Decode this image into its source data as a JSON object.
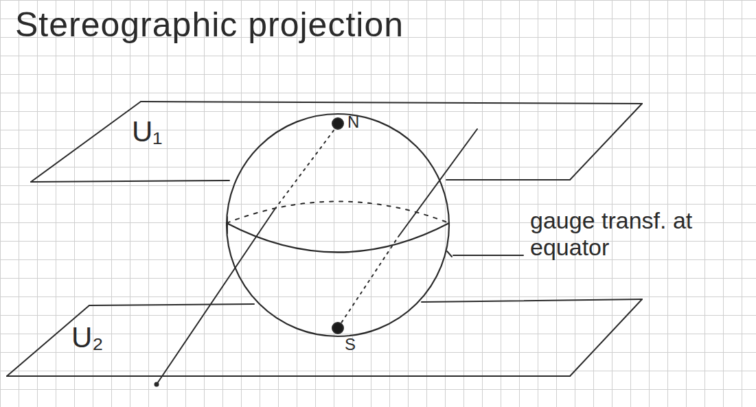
{
  "diagram": {
    "title": "Stereographic projection",
    "labels": [
      "U₁",
      "U₂",
      "N",
      "S",
      "gauge transf. at equator"
    ]
  }
}
